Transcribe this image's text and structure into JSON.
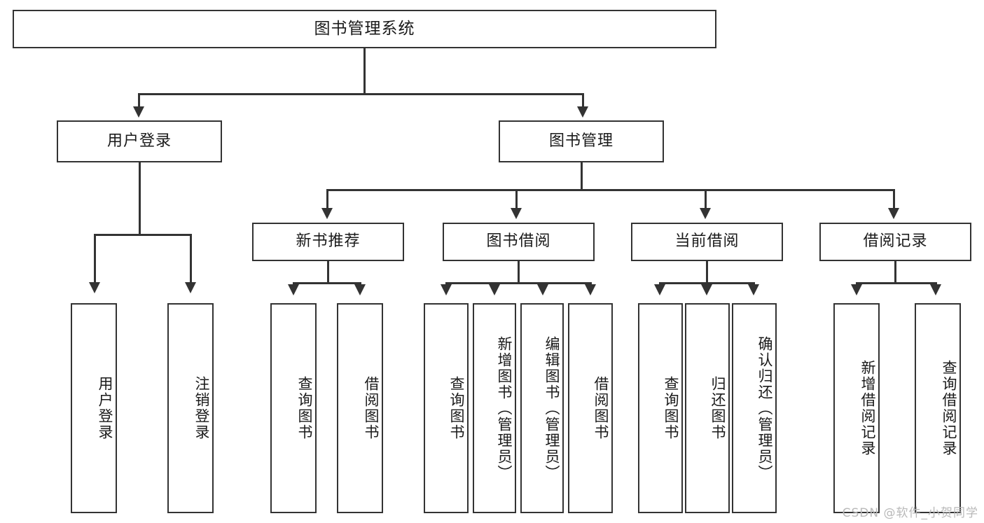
{
  "diagram": {
    "title": "图书管理系统",
    "type": "tree",
    "watermark": "CSDN @软件_小贺同学",
    "colors": {
      "background": "#ffffff",
      "border": "#333333",
      "text": "#1a1a1a",
      "watermark": "#b9b9b9"
    },
    "root": {
      "label": "图书管理系统"
    },
    "level2": [
      {
        "label": "用户登录"
      },
      {
        "label": "图书管理"
      }
    ],
    "level3": [
      {
        "label": "新书推荐"
      },
      {
        "label": "图书借阅"
      },
      {
        "label": "当前借阅"
      },
      {
        "label": "借阅记录"
      }
    ],
    "leaves": {
      "user_login": [
        {
          "label": "用户登录"
        },
        {
          "label": "注销登录"
        }
      ],
      "new_book": [
        {
          "label": "查询图书"
        },
        {
          "label": "借阅图书"
        }
      ],
      "book_borrow": [
        {
          "label": "查询图书"
        },
        {
          "label": "新增图书（管理员）"
        },
        {
          "label": "编辑图书（管理员）"
        },
        {
          "label": "借阅图书"
        }
      ],
      "current_borrow": [
        {
          "label": "查询图书"
        },
        {
          "label": "归还图书"
        },
        {
          "label": "确认归还（管理员）"
        }
      ],
      "borrow_record": [
        {
          "label": "新增借阅记录"
        },
        {
          "label": "查询借阅记录"
        }
      ]
    }
  }
}
